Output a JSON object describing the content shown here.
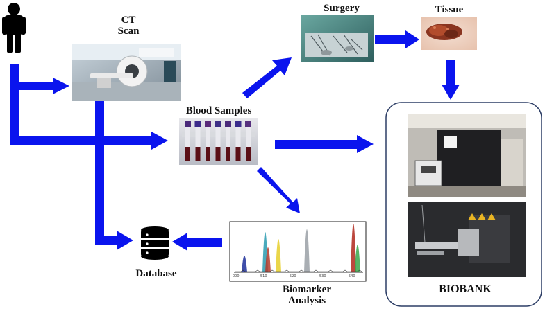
{
  "labels": {
    "ct_line1": "CT",
    "ct_line2": "Scan",
    "surgery": "Surgery",
    "tissue": "Tissue",
    "blood_samples": "Blood Samples",
    "database": "Database",
    "biomarker_line1": "Biomarker",
    "biomarker_line2": "Analysis",
    "biobank": "BIOBANK"
  },
  "icons": {
    "person": "person-icon",
    "database": "database-icon"
  },
  "colors": {
    "arrow": "#0a14ee",
    "biobank_border": "#2d3e66",
    "text": "#111111"
  }
}
